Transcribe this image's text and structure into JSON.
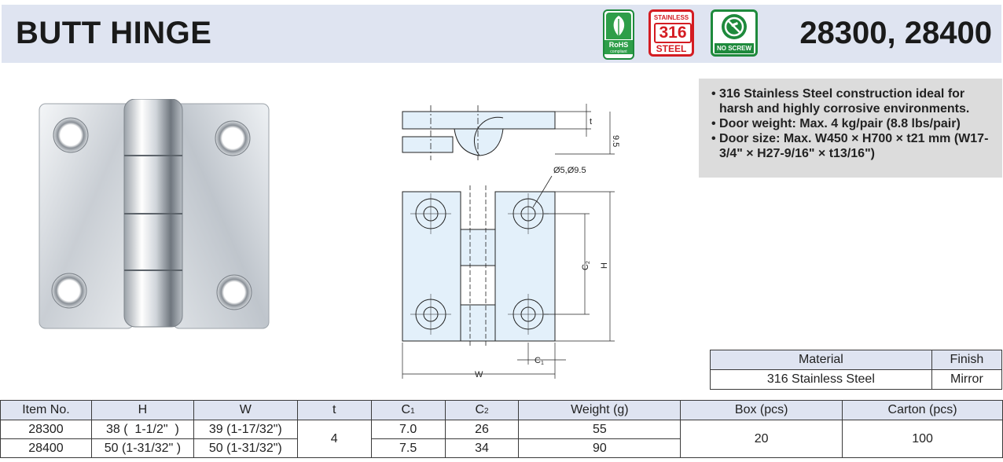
{
  "header": {
    "title": "BUTT HINGE",
    "models": "28300, 28400",
    "badges": {
      "rohs": {
        "label": "RoHS",
        "sub": "compliant"
      },
      "stainless": {
        "top": "STAINLESS",
        "grade": "316",
        "bottom": "STEEL"
      },
      "noscrew": {
        "label": "NO SCREW"
      }
    }
  },
  "features": [
    "• 316 Stainless Steel construction ideal for harsh and highly corrosive environments.",
    "• Door weight: Max. 4 kg/pair (8.8 lbs/pair)",
    "• Door size: Max. W450 × H700 × t21 mm (W17-3/4\" × H27-9/16\" × t13/16\")"
  ],
  "drawing": {
    "hole_label": "Ø5,Ø9.5",
    "t": "t",
    "thickness": "9.5",
    "c1": "C",
    "c1_sub": "1",
    "c2": "C",
    "c2_sub": "2",
    "h": "H",
    "w": "W"
  },
  "material_table": {
    "headers": [
      "Material",
      "Finish"
    ],
    "row": [
      "316 Stainless Steel",
      "Mirror"
    ]
  },
  "spec_table": {
    "headers": {
      "item": "Item No.",
      "h": "H",
      "w": "W",
      "t": "t",
      "c1": "C",
      "c1_sub": "1",
      "c2": "C",
      "c2_sub": "2",
      "weight": "Weight (g)",
      "box": "Box (pcs)",
      "carton": "Carton (pcs)"
    },
    "rows": [
      {
        "item": "28300",
        "h": "38 (  1-1/2\"  )",
        "w": "39 (1-17/32\")",
        "c1": "7.0",
        "c2": "26",
        "weight": "55"
      },
      {
        "item": "28400",
        "h": "50 (1-31/32\" )",
        "w": "50 (1-31/32\")",
        "c1": "7.5",
        "c2": "34",
        "weight": "90"
      }
    ],
    "t_value": "4",
    "box_value": "20",
    "carton_value": "100"
  },
  "colors": {
    "header_band": "#dfe4f1",
    "drawing_fill": "#e3f0fa",
    "rohs_green": "#2e9e49",
    "stainless_red": "#d41c22"
  }
}
